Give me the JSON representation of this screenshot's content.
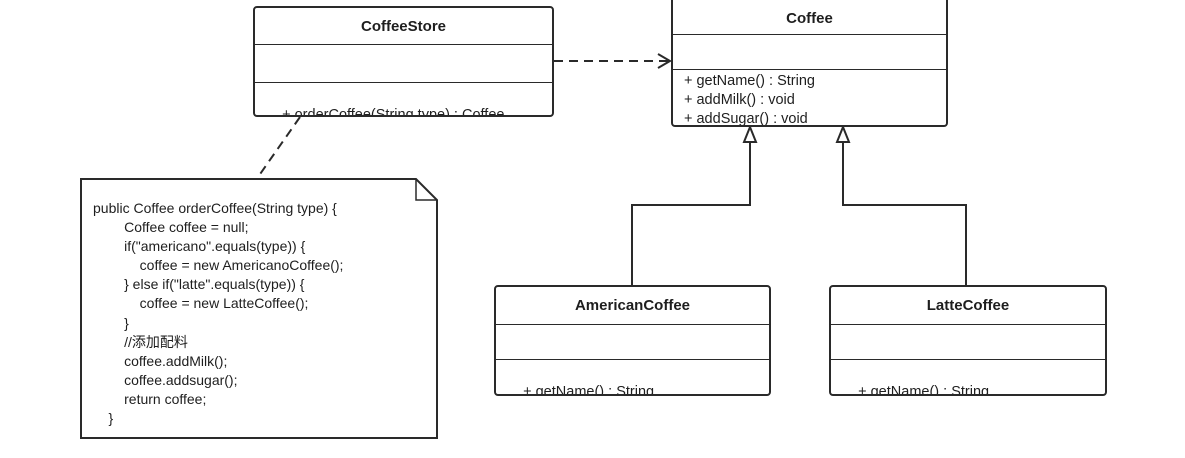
{
  "diagram": {
    "classes": {
      "coffee_store": {
        "name": "CoffeeStore",
        "operations": [
          "+ orderCoffee(String type) : Coffee"
        ]
      },
      "coffee": {
        "name": "Coffee",
        "operations": [
          "+ getName() : String",
          "+ addMilk() : void",
          "+ addSugar() : void"
        ]
      },
      "american_coffee": {
        "name": "AmericanCoffee",
        "operations": [
          "+ getName() : String"
        ]
      },
      "latte_coffee": {
        "name": "LatteCoffee",
        "operations": [
          "+ getName() : String"
        ]
      }
    },
    "note": {
      "lines": [
        "public Coffee orderCoffee(String type) {",
        "        Coffee coffee = null;",
        "        if(\"americano\".equals(type)) {",
        "            coffee = new AmericanoCoffee();",
        "        } else if(\"latte\".equals(type)) {",
        "            coffee = new LatteCoffee();",
        "        }",
        "        //添加配料",
        "        coffee.addMilk();",
        "        coffee.addsugar();",
        "        return coffee;",
        "    }"
      ]
    },
    "relationships": [
      {
        "type": "dependency",
        "from": "CoffeeStore",
        "to": "Coffee"
      },
      {
        "type": "generalization",
        "from": "AmericanCoffee",
        "to": "Coffee"
      },
      {
        "type": "generalization",
        "from": "LatteCoffee",
        "to": "Coffee"
      },
      {
        "type": "note-anchor",
        "from": "note",
        "to": "CoffeeStore"
      }
    ]
  }
}
